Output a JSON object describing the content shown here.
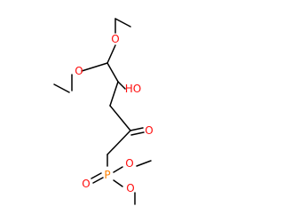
{
  "molecule": {
    "atoms": [
      {
        "id": "O_acetal_top",
        "symbol": "O",
        "color": "#FF0D0D"
      },
      {
        "id": "O_acetal_left",
        "symbol": "O",
        "color": "#FF0D0D"
      },
      {
        "id": "OH",
        "symbol": "HO",
        "color": "#FF0D0D"
      },
      {
        "id": "O_ketone",
        "symbol": "O",
        "color": "#FF0D0D"
      },
      {
        "id": "P",
        "symbol": "P",
        "color": "#FF8000"
      },
      {
        "id": "O_phosphoryl",
        "symbol": "O",
        "color": "#FF0D0D"
      },
      {
        "id": "O_ester_upper",
        "symbol": "O",
        "color": "#FF0D0D"
      },
      {
        "id": "O_ester_lower",
        "symbol": "O",
        "color": "#FF0D0D"
      }
    ],
    "bond_color": "#000000"
  }
}
